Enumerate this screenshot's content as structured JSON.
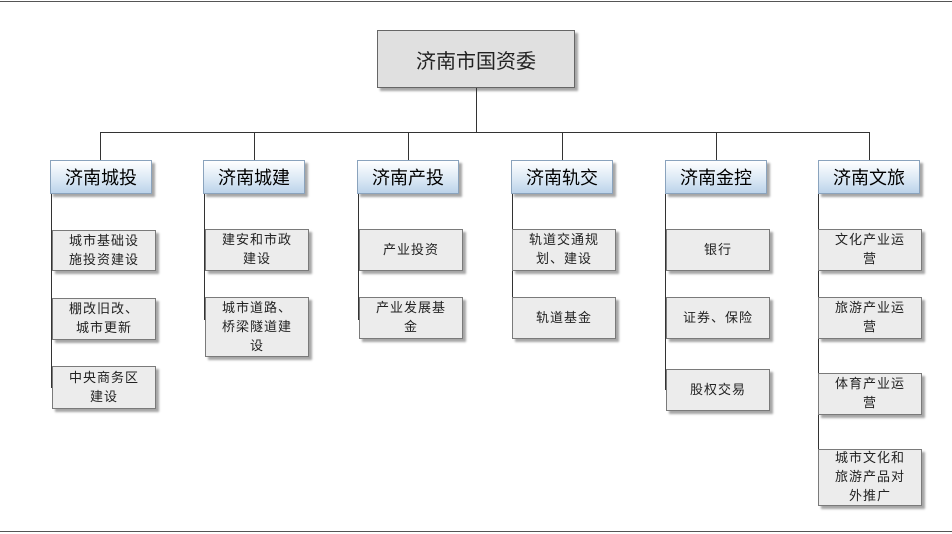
{
  "root": "济南市国资委",
  "groups": [
    {
      "name": "济南城投",
      "items": [
        "城市基础设\n施投资建设",
        "棚改旧改、\n城市更新",
        "中央商务区\n建设"
      ]
    },
    {
      "name": "济南城建",
      "items": [
        "建安和市政\n建设",
        "城市道路、\n桥梁隧道建\n设"
      ]
    },
    {
      "name": "济南产投",
      "items": [
        "产业投资",
        "产业发展基\n金"
      ]
    },
    {
      "name": "济南轨交",
      "items": [
        "轨道交通规\n划、建设",
        "轨道基金"
      ]
    },
    {
      "name": "济南金控",
      "items": [
        "银行",
        "证券、保险",
        "股权交易"
      ]
    },
    {
      "name": "济南文旅",
      "items": [
        "文化产业运\n营",
        "旅游产业运\n营",
        "体育产业运\n营",
        "城市文化和\n旅游产品对\n外推广"
      ]
    }
  ]
}
